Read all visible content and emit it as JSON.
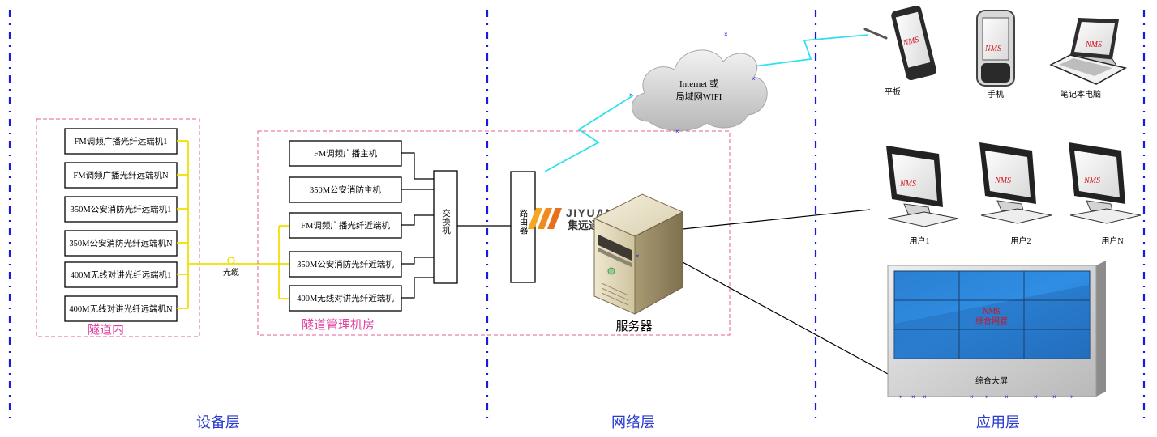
{
  "layers": {
    "device": "设备层",
    "network": "网络层",
    "application": "应用层"
  },
  "tunnel": {
    "title": "隧道内",
    "units": [
      "FM调频广播光纤远端机1",
      "FM调频广播光纤远端机N",
      "350M公安消防光纤远端机1",
      "350M公安消防光纤远端机N",
      "400M无线对讲光纤远端机1",
      "400M无线对讲光纤远端机N"
    ],
    "cable_label": "光缆"
  },
  "machine_room": {
    "title": "隧道管理机房",
    "units": [
      "FM调频广播主机",
      "350M公安消防主机",
      "FM调频广播光纤近端机",
      "350M公安消防光纤近端机",
      "400M无线对讲光纤近端机"
    ],
    "switch_label": "交换机",
    "router_label": "路由器"
  },
  "logo": {
    "en": "JIYUAN",
    "cn": "集远通信"
  },
  "server_label": "服务器",
  "cloud": {
    "line1": "Internet 或",
    "line2": "局域网WIFI"
  },
  "devices": {
    "tablet": "平板",
    "phone": "手机",
    "laptop": "笔记本电脑",
    "nms": "NMS"
  },
  "users": [
    "用户1",
    "用户2",
    "用户N"
  ],
  "big_screen": {
    "nms": "NMS",
    "subtitle": "综合网管",
    "label": "综合大屏"
  },
  "colors": {
    "divider": "#1a1adc",
    "pink": "#e0609a",
    "yellow": "#f0e000",
    "cyan": "#30e0f0",
    "nms_red": "#d01020",
    "layer_text": "#2a3ccf"
  }
}
